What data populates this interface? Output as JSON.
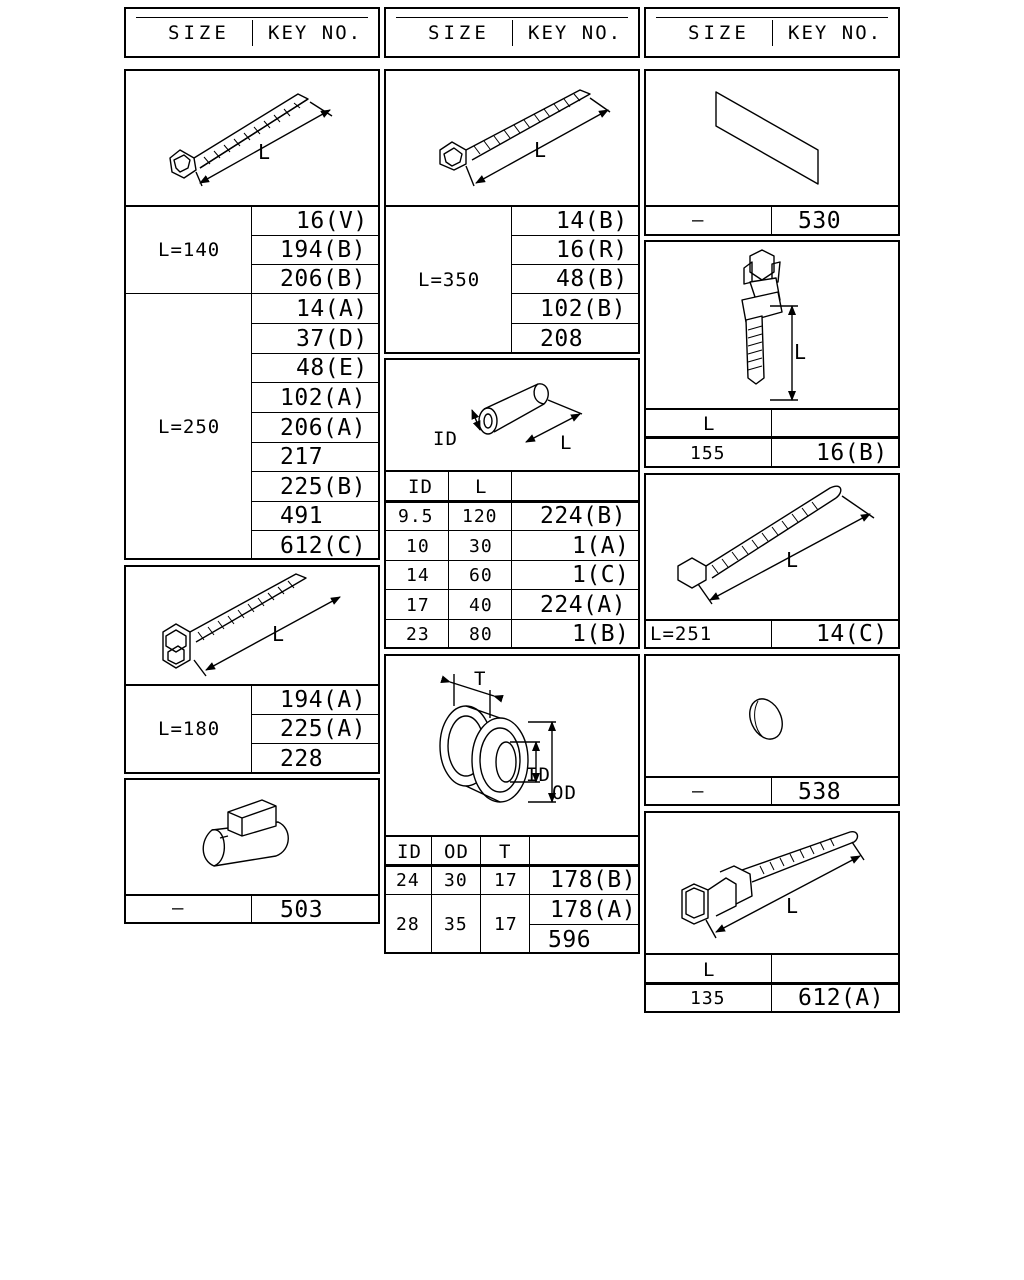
{
  "headers": {
    "size": "SIZE",
    "key_no": "KEY NO."
  },
  "col1": {
    "tie_l": "L",
    "g1": {
      "size": "L=140",
      "keys": [
        "16(V)",
        "194(B)",
        "206(B)"
      ]
    },
    "g2": {
      "size": "L=250",
      "keys": [
        "14(A)",
        "37(D)",
        "48(E)",
        "102(A)",
        "206(A)",
        "217",
        "225(B)",
        "491",
        "612(C)"
      ]
    },
    "tie2_l": "L",
    "g3": {
      "size": "L=180",
      "keys": [
        "194(A)",
        "225(A)",
        "228"
      ]
    },
    "clip": {
      "size": "—",
      "key": "503"
    }
  },
  "col2": {
    "tie_l": "L",
    "g1": {
      "size": "L=350",
      "keys": [
        "14(B)",
        "16(R)",
        "48(B)",
        "102(B)",
        "208"
      ]
    },
    "tube": {
      "label_id": "ID",
      "label_l": "L",
      "headers": [
        "ID",
        "L"
      ],
      "rows": [
        {
          "id": "9.5",
          "l": "120",
          "key": "224(B)"
        },
        {
          "id": "10",
          "l": "30",
          "key": "1(A)"
        },
        {
          "id": "14",
          "l": "60",
          "key": "1(C)"
        },
        {
          "id": "17",
          "l": "40",
          "key": "224(A)"
        },
        {
          "id": "23",
          "l": "80",
          "key": "1(B)"
        }
      ]
    },
    "grommet": {
      "label_t": "T",
      "label_id": "ID",
      "label_od": "OD",
      "headers": [
        "ID",
        "OD",
        "T"
      ],
      "rows": [
        {
          "id": "24",
          "od": "30",
          "t": "17",
          "keys": [
            "178(B)"
          ]
        },
        {
          "id": "28",
          "od": "35",
          "t": "17",
          "keys": [
            "178(A)",
            "596"
          ]
        }
      ]
    }
  },
  "col3": {
    "tape": {
      "size": "—",
      "key": "530"
    },
    "clip": {
      "label_l": "L",
      "header_l": "L",
      "size": "155",
      "key": "16(B)"
    },
    "tie": {
      "label_l": "L",
      "size": "L=251",
      "key": "14(C)"
    },
    "disc": {
      "size": "—",
      "key": "538"
    },
    "bracket": {
      "label_l": "L",
      "header_l": "L",
      "size": "135",
      "key": "612(A)"
    }
  }
}
